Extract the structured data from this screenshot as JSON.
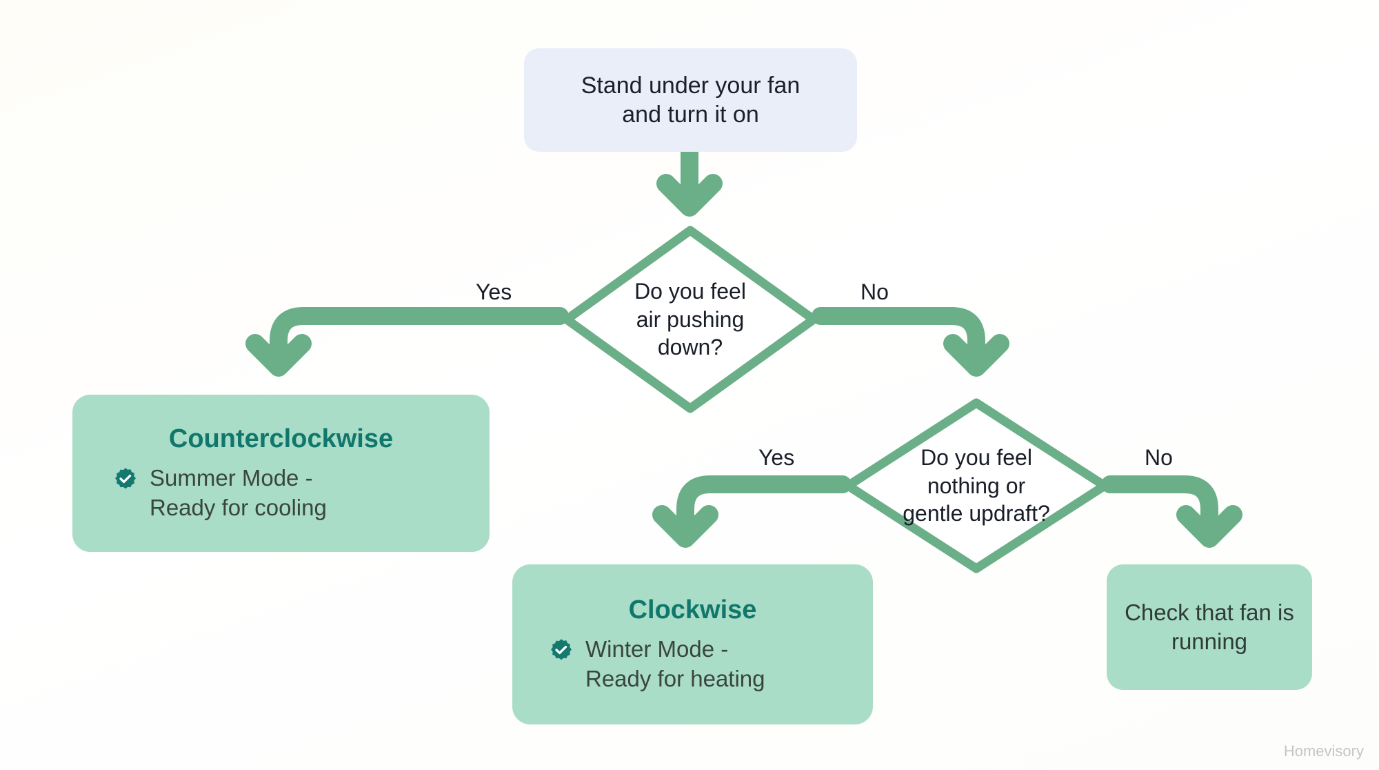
{
  "meta": {
    "watermark": "Homevisory",
    "background_color": "#fdfdfb"
  },
  "colors": {
    "connector_green": "#6aaf88",
    "diamond_stroke": "#6aaf88",
    "diamond_fill": "#ffffff",
    "start_box_fill": "#e9eef8",
    "result_box_fill": "#a9ddc7",
    "result_title_teal": "#11776c",
    "badge_teal": "#14796e",
    "body_text": "#181d28"
  },
  "flowchart": {
    "type": "decision-tree",
    "start": {
      "id": "start",
      "label": "Stand under your fan\nand turn it on"
    },
    "decisions": [
      {
        "id": "decision-1",
        "label": "Do you feel\nair pushing\ndown?",
        "yes_label": "Yes",
        "no_label": "No",
        "yes_target": "counterclockwise",
        "no_target": "decision-2"
      },
      {
        "id": "decision-2",
        "label": "Do you feel\nnothing or\ngentle updraft?",
        "yes_label": "Yes",
        "no_label": "No",
        "yes_target": "clockwise",
        "no_target": "check-fan"
      }
    ],
    "results": [
      {
        "id": "counterclockwise",
        "title": "Counterclockwise",
        "icon": "verified-check-badge-icon",
        "subtitle": "Summer Mode -\nReady for cooling"
      },
      {
        "id": "clockwise",
        "title": "Clockwise",
        "icon": "verified-check-badge-icon",
        "subtitle": "Winter Mode -\nReady for heating"
      }
    ],
    "terminals": [
      {
        "id": "check-fan",
        "label": "Check\nthat fan is\nrunning"
      }
    ]
  }
}
